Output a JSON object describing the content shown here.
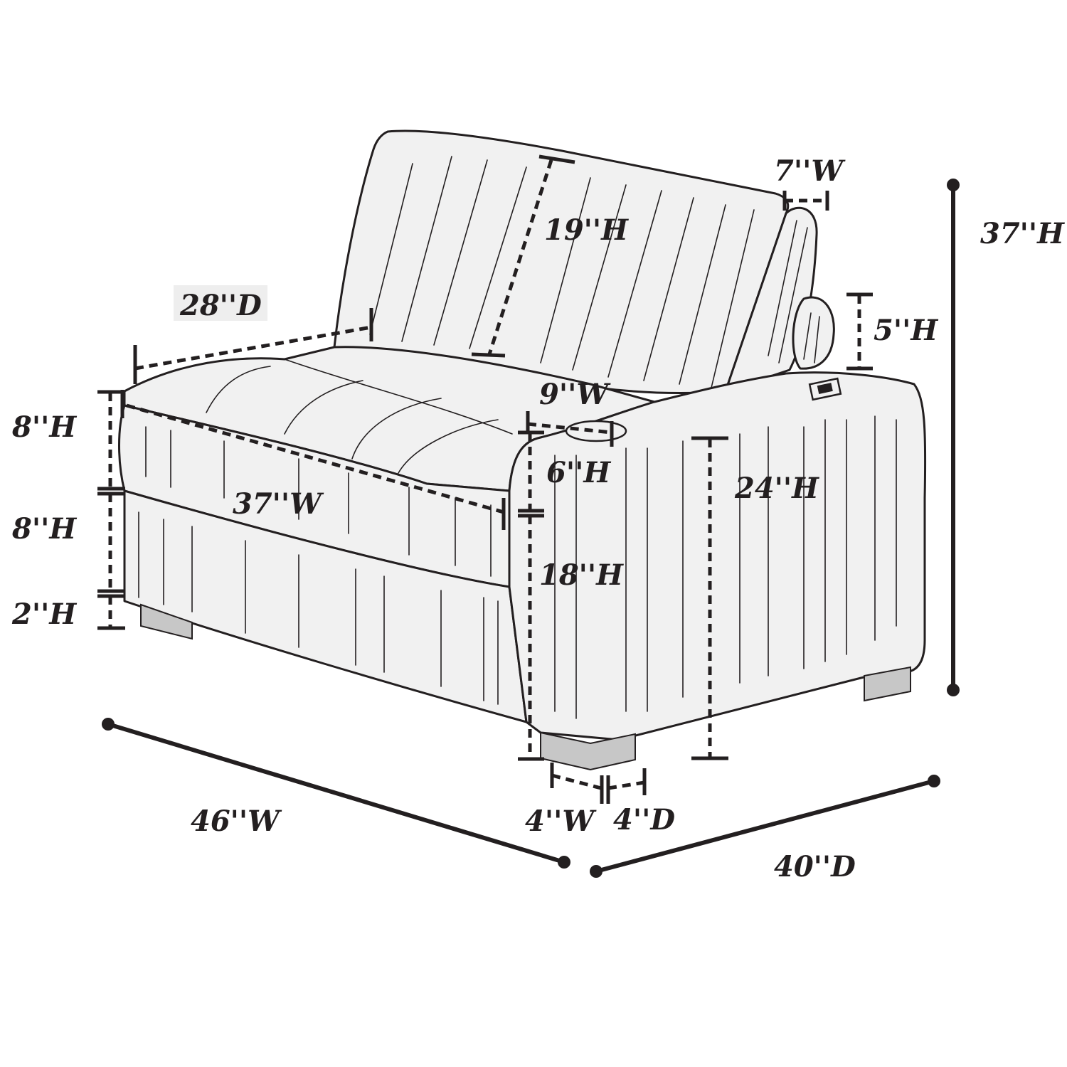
{
  "image": {
    "subject": "armless sofa chair with cup holder console"
  },
  "colors": {
    "line": "#231f20",
    "upholstery": "#f1f1f1",
    "legs": "#c7c7c7",
    "label_highlight": "#eeeeee"
  },
  "dimensions": {
    "overall_height": "37''H",
    "overall_width": "46''W",
    "overall_depth": "40''D",
    "back_height": "19''H",
    "pillow_width": "7''W",
    "pillow_height": "5''H",
    "seat_depth": "28''D",
    "seat_width": "37''W",
    "console_width": "9''W",
    "console_height": "6''H",
    "arm_height": "24''H",
    "seat_height": "18''H",
    "cushion_height": "8''H",
    "base_height": "8''H",
    "leg_height": "2''H",
    "leg_width": "4''W",
    "leg_depth": "4''D"
  }
}
